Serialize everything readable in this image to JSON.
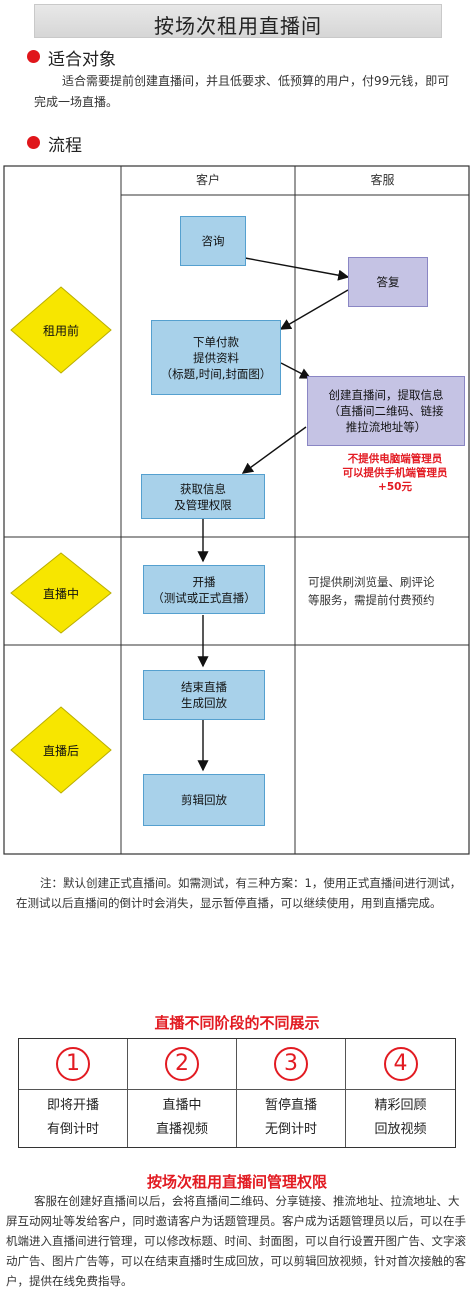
{
  "header": {
    "title": "按场次租用直播间"
  },
  "sections": {
    "audience": "适合对象",
    "process": "流程"
  },
  "audience_text": "适合需要提前创建直播间，并且低要求、低预算的用户，付99元钱，即可完成一场直播。",
  "flow": {
    "col_customer": "客户",
    "col_service": "客服",
    "phases": [
      "租用前",
      "直播中",
      "直播后"
    ],
    "steps": {
      "consult": "咨询",
      "reply": "答复",
      "order": "下单付款\n提供资料\n（标题,时间,封面图）",
      "create": "创建直播间，提取信息\n（直播间二维码、链接\n推拉流地址等）",
      "fetch": "获取信息\n及管理权限",
      "start": "开播\n（测试或正式直播）",
      "end": "结束直播\n生成回放",
      "clip": "剪辑回放"
    },
    "red_note": "不提供电脑端管理员\n可以提供手机端管理员\n+50元",
    "service_note": "可提供刷浏览量、刷评论\n等服务，需提前付费预约"
  },
  "note": "注：默认创建正式直播间。如需测试，有三种方案：1，使用正式直播间进行测试，在测试以后直播间的倒计时会消失，显示暂停直播，可以继续使用，用到直播完成。",
  "stages": {
    "title": "直播不同阶段的不同展示",
    "items": [
      {
        "num": "1",
        "text": "即将开播\n有倒计时"
      },
      {
        "num": "2",
        "text": "直播中\n直播视频"
      },
      {
        "num": "3",
        "text": "暂停直播\n无倒计时"
      },
      {
        "num": "4",
        "text": "精彩回顾\n回放视频"
      }
    ]
  },
  "permissions": {
    "title": "按场次租用直播间管理权限",
    "body": "客服在创建好直播间以后，会将直播间二维码、分享链接、推流地址、拉流地址、大屏互动网址等发给客户，同时邀请客户为话题管理员。客户成为话题管理员以后，可以在手机端进入直播间进行管理，可以修改标题、时间、封面图，可以自行设置开图广告、文字滚动广告、图片广告等，可以在结束直播时生成回放，可以剪辑回放视频，针对首次接触的客户，提供在线免费指导。"
  },
  "colors": {
    "accent_red": "#e21b22",
    "customer_box": "#a8d1ea",
    "service_box": "#c5c3e4",
    "diamond": "#f7e600"
  }
}
